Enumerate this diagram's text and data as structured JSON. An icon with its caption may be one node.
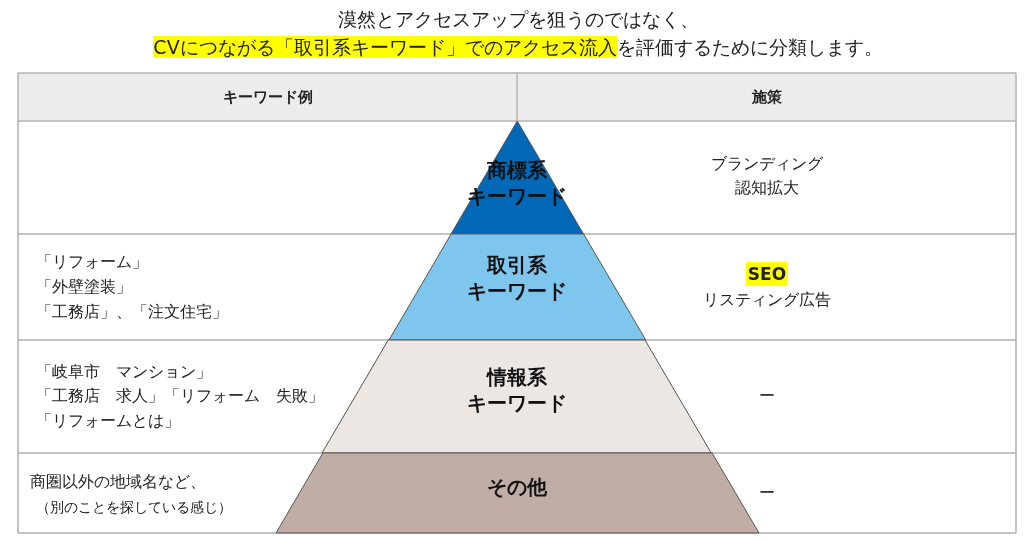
{
  "diagram": {
    "title": "漠然とアクセスアップを狙うのではなく、",
    "nodes": [
      {
        "text": [
          "商標系",
          "キーワード"
        ]
      },
      {
        "text": [
          "取引系",
          "キーワード"
        ]
      },
      {
        "text": [
          "情報系",
          "キーワード"
        ]
      },
      {
        "text": [
          "その他"
        ]
      }
    ],
    "labels": [
      "CVにつながる「取引系キーワード」でのアクセス流入",
      "を評価するために分類します。",
      "キーワード例",
      "施策",
      "ブランディング",
      "認知拡大",
      "「リフォーム」",
      "「外壁塗装」",
      "「工務店」、「注文住宅」",
      "SEO",
      "リスティング広告",
      "「岐阜市　マンション」",
      "「工務店　求人」「リフォーム　失敗」",
      "「リフォームとは」",
      "ー",
      "商圏以外の地域名など、",
      "（別のことを探している感じ）",
      "ー"
    ]
  }
}
